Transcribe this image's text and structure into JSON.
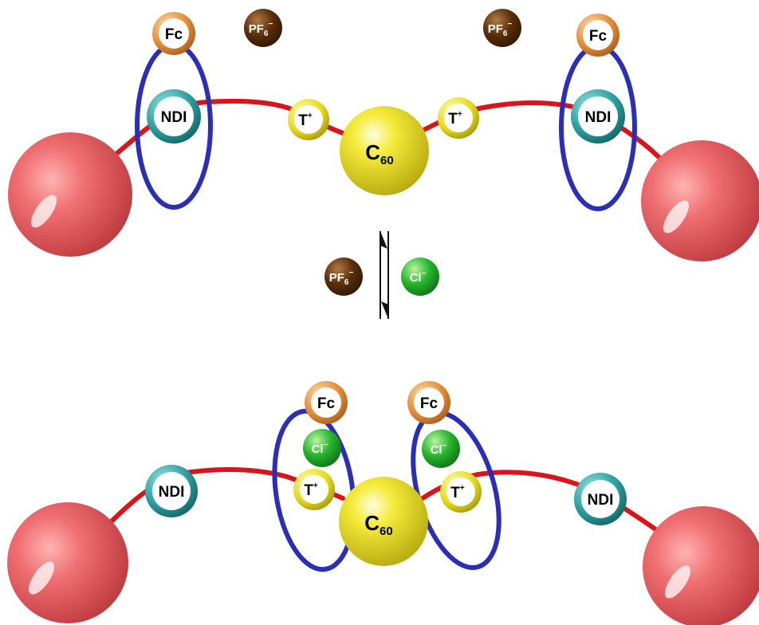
{
  "labels": {
    "fc": "Fc",
    "ndi": "NDI",
    "t_plus": "T",
    "plus": "+",
    "c": "C",
    "c_sub": "60",
    "pf": "PF",
    "pf_sub": "6",
    "minus": "−",
    "cl": "Cl"
  },
  "colors": {
    "thread": "#d9141b",
    "ring": "#2a2fb5",
    "stopper": "#e3595e",
    "ndi_ring": "#2b9a9a",
    "fc_ring": "#d98a3a",
    "t_ring": "#e6d81c",
    "c60": "#f0e62c",
    "pf6": "#5a2e0a",
    "cl": "#22b62a"
  }
}
